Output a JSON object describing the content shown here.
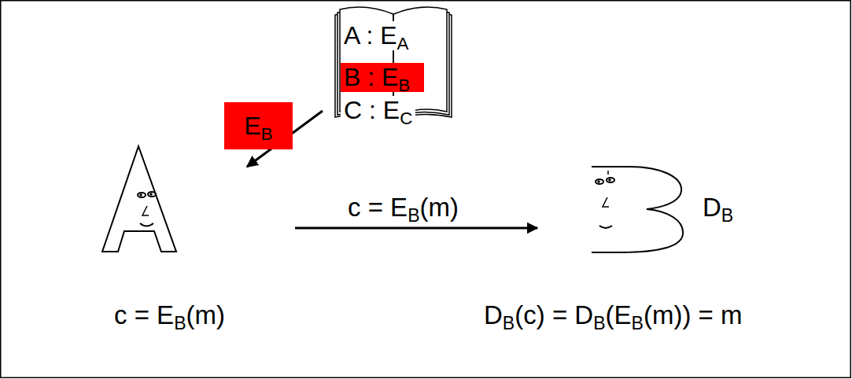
{
  "diagram": {
    "nodes": [
      {
        "text": [
          "A : EA",
          "B : EB",
          "C : EC"
        ]
      },
      {
        "text": [
          "EB"
        ]
      }
    ],
    "labels": [
      "c = EB(m)",
      "DB",
      "c = EB(m)",
      "DB(c) = DB(EB(m)) = m"
    ]
  }
}
